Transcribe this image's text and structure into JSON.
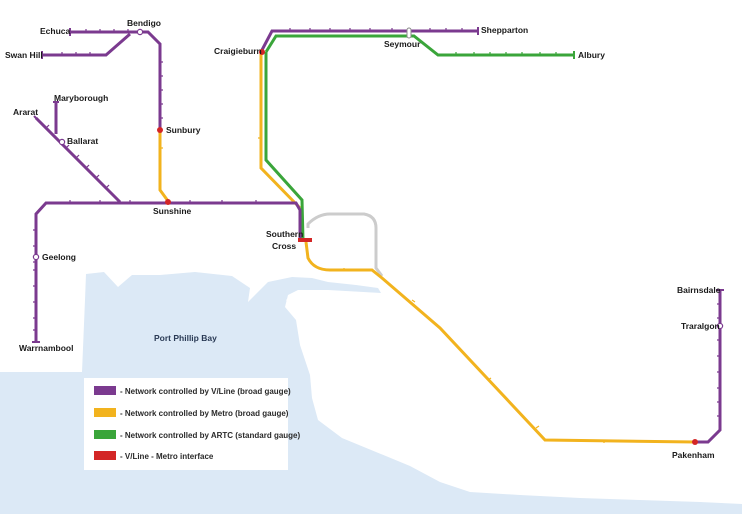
{
  "colors": {
    "vline": "#7b3a8f",
    "metro": "#f2b31e",
    "artc": "#3aa53a",
    "interface": "#d32626",
    "loop": "#cccccc",
    "water": "#dce9f6"
  },
  "stations": {
    "echuca": "Echuca",
    "bendigo": "Bendigo",
    "swan_hill": "Swan Hill",
    "maryborough": "Maryborough",
    "ararat": "Ararat",
    "ballarat": "Ballarat",
    "sunbury": "Sunbury",
    "sunshine": "Sunshine",
    "geelong": "Geelong",
    "warrnambool": "Warrnambool",
    "craigieburn": "Craigieburn",
    "seymour": "Seymour",
    "shepparton": "Shepparton",
    "albury": "Albury",
    "southern_cross_1": "Southern",
    "southern_cross_2": "Cross",
    "bairnsdale": "Bairnsdale",
    "traralgon": "Traralgon",
    "pakenham": "Pakenham"
  },
  "water_label": "Port Phillip Bay",
  "legend": {
    "items": [
      {
        "text": "- Network controlled by V/Line (broad gauge)",
        "color": "#7b3a8f"
      },
      {
        "text": "- Network controlled by Metro (broad gauge)",
        "color": "#f2b31e"
      },
      {
        "text": "- Network controlled by ARTC (standard gauge)",
        "color": "#3aa53a"
      },
      {
        "text": "- V/Line - Metro interface",
        "color": "#d32626"
      }
    ]
  }
}
